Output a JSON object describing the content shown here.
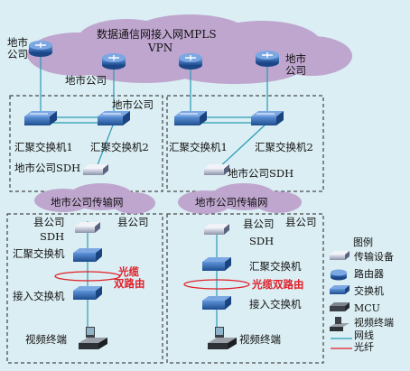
{
  "colors": {
    "background": "#dbeef3",
    "cloud": "#bfa6cf",
    "network_line": "#2a9bb6",
    "fiber_line": "#e0202a",
    "router": "#2f67b4",
    "switch": "#2f67b4",
    "dashed_box": "#222222"
  },
  "cloud_top": {
    "title_line1": "数据通信网接入网MPLS",
    "title_line2": "VPN"
  },
  "labels": {
    "tl_city": "地市\n公司",
    "top_city_mid": "地市公司",
    "tr_city": "地市\n公司",
    "box1_city": "地市公司",
    "agg1": "汇聚交换机1",
    "agg2": "汇聚交换机2",
    "sdh1": "地市公司SDH",
    "agg1_r": "汇聚交换机1",
    "agg2_r": "汇聚交换机2",
    "sdh2": "地市公司SDH",
    "trans_net_left": "地市公司传输网",
    "trans_net_right": "地市公司传输网",
    "county_sdh_left_1": "县公司",
    "county_sdh_left_2": "SDH",
    "county_left": "县公司",
    "agg_sw_left": "汇聚交换机",
    "fiber_left_1": "光缆",
    "fiber_left_2": "双路由",
    "access_left": "接入交换机",
    "video_left": "视频终端",
    "county_right_1": "县公司",
    "county_right_2": "县公司",
    "county_sdh_right": "SDH",
    "agg_sw_right": "汇聚交换机",
    "fiber_right": "光缆双路由",
    "access_right": "接入交换机",
    "video_right": "视频终端"
  },
  "legend": {
    "title": "图例",
    "items": [
      {
        "icon": "transmission-device-icon",
        "label": "传输设备"
      },
      {
        "icon": "router-icon",
        "label": "路由器"
      },
      {
        "icon": "switch-icon",
        "label": "交换机"
      },
      {
        "icon": "mcu-icon",
        "label": "MCU"
      },
      {
        "icon": "video-terminal-icon",
        "label": "视频终端"
      },
      {
        "icon": "network-line-icon",
        "label": "网线"
      },
      {
        "icon": "fiber-line-icon",
        "label": "光纤"
      }
    ]
  }
}
